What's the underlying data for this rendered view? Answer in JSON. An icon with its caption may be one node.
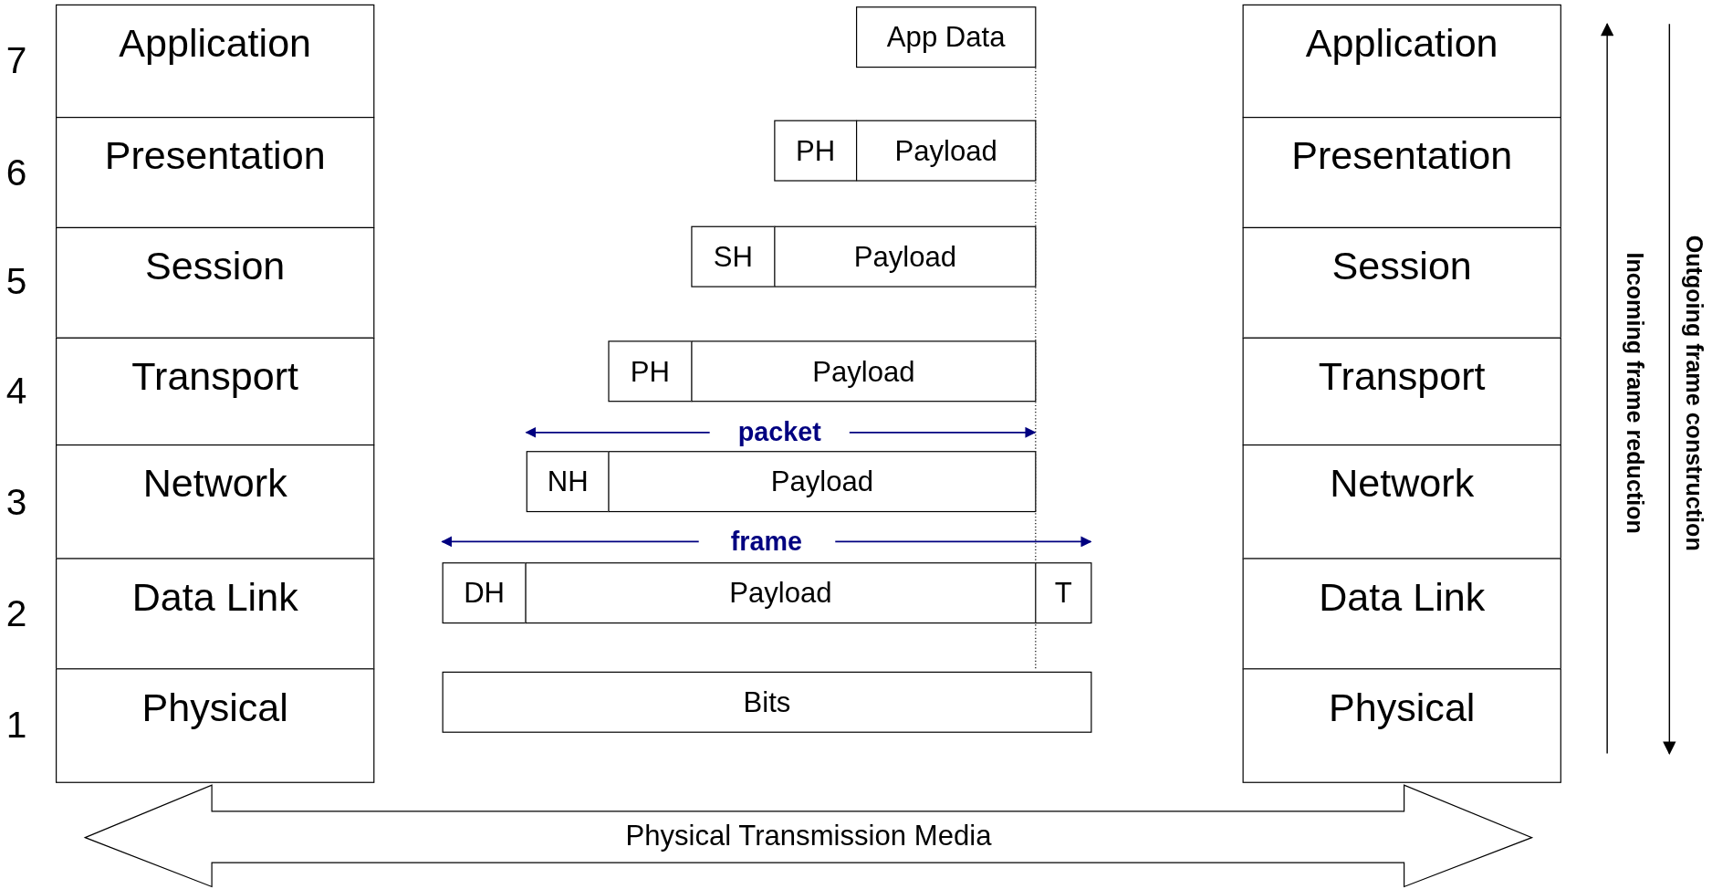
{
  "diagram": {
    "nodes": [
      {
        "text": [
          "Application"
        ]
      },
      {
        "text": [
          "Presentation"
        ]
      },
      {
        "text": [
          "Session"
        ]
      },
      {
        "text": [
          "Transport"
        ]
      },
      {
        "text": [
          "Network"
        ]
      },
      {
        "text": [
          "Data Link"
        ]
      },
      {
        "text": [
          "Physical"
        ]
      },
      {
        "text": [
          "App Data"
        ]
      },
      {
        "text": [
          "PH"
        ]
      },
      {
        "text": [
          "Payload"
        ]
      },
      {
        "text": [
          "SH"
        ]
      },
      {
        "text": [
          "Payload"
        ]
      },
      {
        "text": [
          "PH"
        ]
      },
      {
        "text": [
          "Payload"
        ]
      },
      {
        "text": [
          "NH"
        ]
      },
      {
        "text": [
          "Payload"
        ]
      },
      {
        "text": [
          "DH"
        ]
      },
      {
        "text": [
          "Payload"
        ]
      },
      {
        "text": [
          "T"
        ]
      },
      {
        "text": [
          "Bits"
        ]
      },
      {
        "text": [
          "Application"
        ]
      },
      {
        "text": [
          "Presentation"
        ]
      },
      {
        "text": [
          "Session"
        ]
      },
      {
        "text": [
          "Transport"
        ]
      },
      {
        "text": [
          "Network"
        ]
      },
      {
        "text": [
          "Data Link"
        ]
      },
      {
        "text": [
          "Physical"
        ]
      },
      {
        "text": [
          "Physical Transmission Media"
        ]
      }
    ],
    "labels": [
      "7",
      "6",
      "5",
      "4",
      "3",
      "2",
      "1",
      "packet",
      "frame",
      "Incoming frame reduction",
      "Outgoing frame construction"
    ]
  }
}
